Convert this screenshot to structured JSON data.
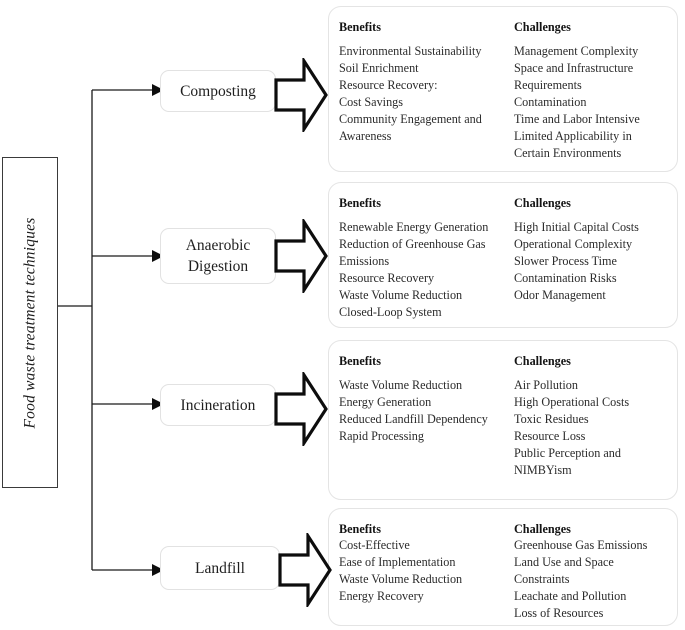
{
  "root": {
    "label": "Food waste treatment techniques"
  },
  "headings": {
    "benefits": "Benefits",
    "challenges": "Challenges"
  },
  "branches": [
    {
      "technique": "Composting",
      "benefits": [
        "Environmental Sustainability",
        "Soil Enrichment",
        "Resource Recovery:",
        "Cost Savings",
        "Community Engagement and",
        "Awareness"
      ],
      "challenges": [
        "Management Complexity",
        "Space and Infrastructure",
        "Requirements",
        "Contamination",
        "Time and Labor Intensive",
        "Limited Applicability in",
        "Certain Environments"
      ]
    },
    {
      "technique": "Anaerobic Digestion",
      "benefits": [
        "Renewable Energy Generation",
        "Reduction of Greenhouse Gas",
        "Emissions",
        "Resource Recovery",
        "Waste Volume Reduction",
        "Closed-Loop System"
      ],
      "challenges": [
        "High Initial Capital Costs",
        "Operational Complexity",
        "Slower Process Time",
        "Contamination Risks",
        "Odor Management"
      ]
    },
    {
      "technique": "Incineration",
      "benefits": [
        "Waste Volume Reduction",
        "Energy Generation",
        "Reduced Landfill Dependency",
        "Rapid Processing"
      ],
      "challenges": [
        "Air Pollution",
        "High Operational Costs",
        "Toxic Residues",
        "Resource Loss",
        "Public Perception and",
        "NIMBYism"
      ]
    },
    {
      "technique": "Landfill",
      "benefits": [
        "Cost-Effective",
        "Ease of Implementation",
        "Waste Volume Reduction",
        "Energy Recovery"
      ],
      "challenges": [
        "Greenhouse Gas Emissions",
        "Land Use and Space",
        "Constraints",
        "Leachate and Pollution",
        "Loss of Resources"
      ]
    }
  ],
  "colors": {
    "line": "#1a1a1a",
    "card_border": "#e4e4e4",
    "box_border": "#e2e2e2",
    "root_border": "#3a3a3a",
    "text": "#2b2b2b"
  }
}
